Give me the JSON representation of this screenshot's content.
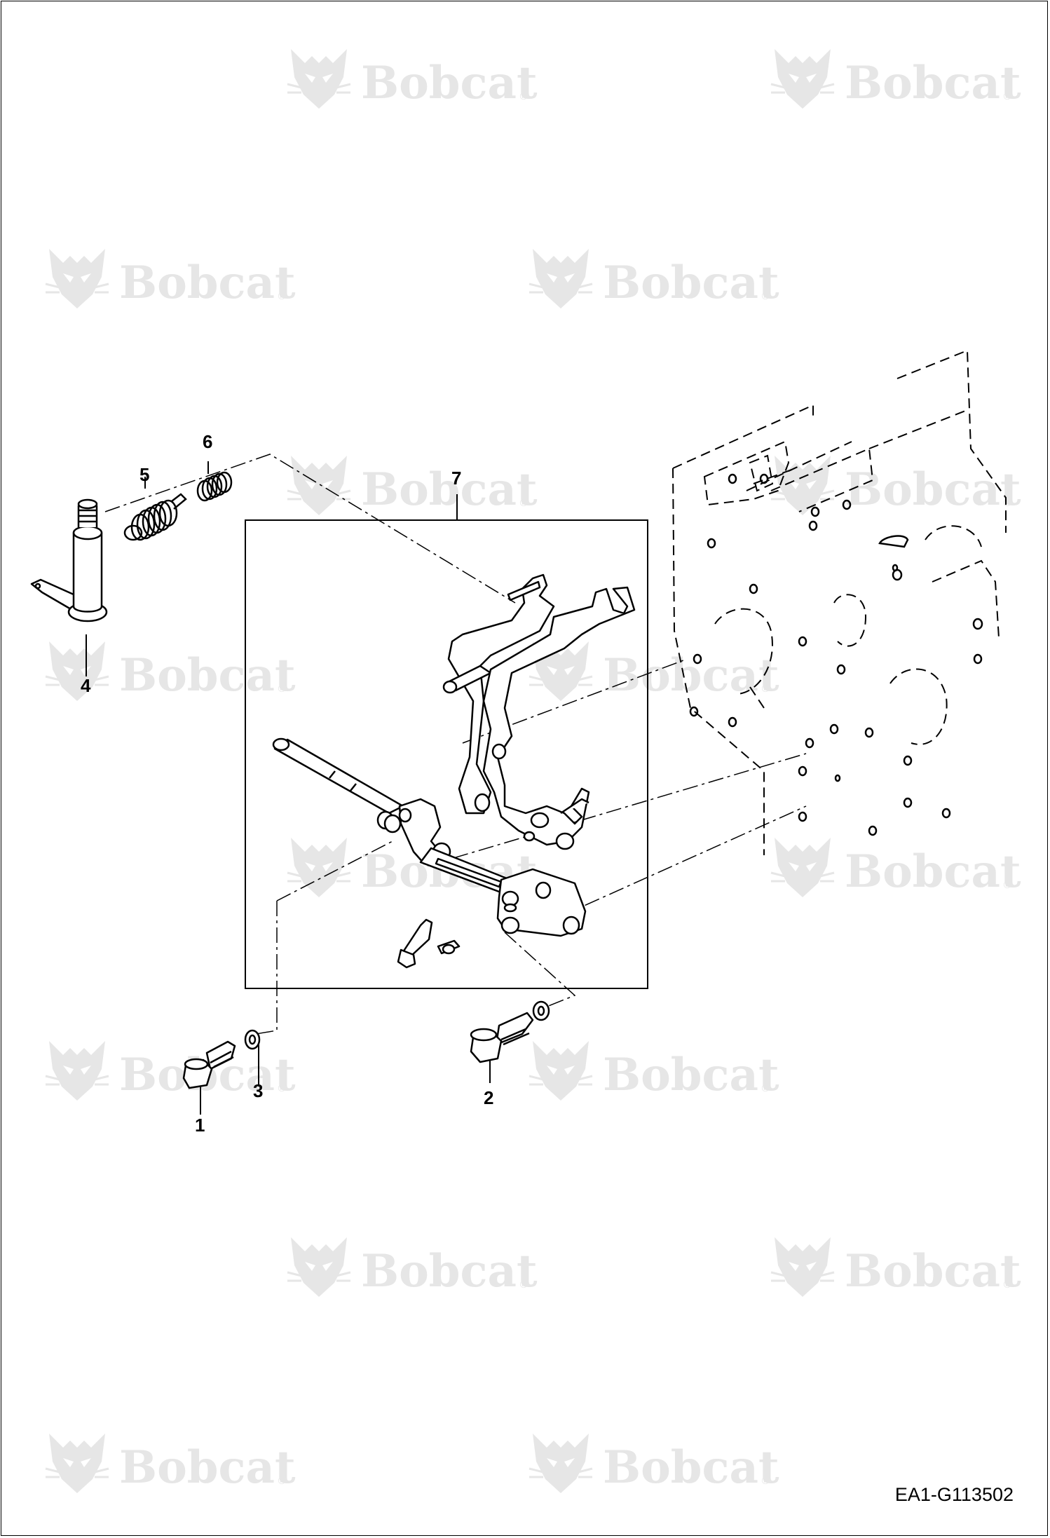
{
  "drawing_id": "EA1-G113502",
  "watermark_text": "Bobcat",
  "watermark_mark": "®",
  "callouts": [
    "1",
    "2",
    "3",
    "4",
    "5",
    "6",
    "7"
  ],
  "colors": {
    "line": "#000000",
    "watermark": "#e6e6e6",
    "background": "#ffffff"
  }
}
